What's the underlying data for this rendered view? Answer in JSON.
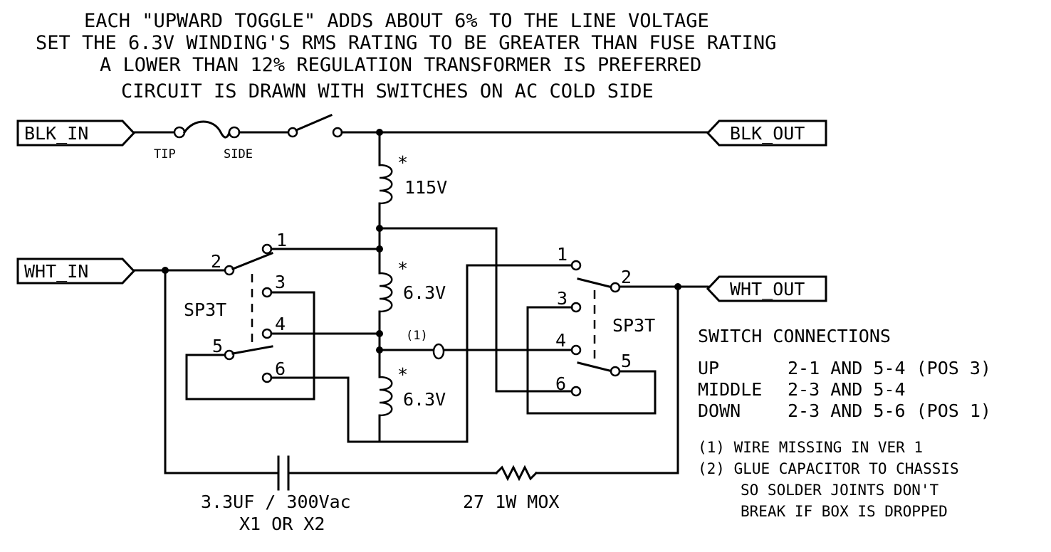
{
  "notes": {
    "line1": "EACH \"UPWARD TOGGLE\" ADDS ABOUT 6% TO THE LINE VOLTAGE",
    "line2": "SET THE 6.3V WINDING'S RMS RATING TO BE GREATER THAN FUSE RATING",
    "line3": "A LOWER THAN 12% REGULATION TRANSFORMER IS PREFERRED",
    "line4": "CIRCUIT IS DRAWN WITH SWITCHES ON AC COLD SIDE"
  },
  "ports": {
    "blk_in": "BLK_IN",
    "blk_out": "BLK_OUT",
    "wht_in": "WHT_IN",
    "wht_out": "WHT_OUT"
  },
  "fuse": {
    "tip": "TIP",
    "side": "SIDE"
  },
  "transformer": {
    "primary": "115V",
    "secondary_a": "6.3V",
    "secondary_b": "6.3V",
    "dot_mark": "*"
  },
  "switch_left": {
    "type": "SP3T",
    "pins": {
      "p1": "1",
      "p2": "2",
      "p3": "3",
      "p4": "4",
      "p5": "5",
      "p6": "6"
    }
  },
  "switch_right": {
    "type": "SP3T",
    "pins": {
      "p1": "1",
      "p2": "2",
      "p3": "3",
      "p4": "4",
      "p5": "5",
      "p6": "6"
    }
  },
  "note_marker": "(1)",
  "capacitor": {
    "value": "3.3UF / 300Vac",
    "class": "X1 OR X2"
  },
  "resistor": {
    "value": "27 1W MOX"
  },
  "switch_connections": {
    "title": "SWITCH CONNECTIONS",
    "rows": [
      {
        "pos": "UP",
        "conn": "2-1 AND 5-4 (POS 3)"
      },
      {
        "pos": "MIDDLE",
        "conn": "2-3 AND 5-4"
      },
      {
        "pos": "DOWN",
        "conn": "2-3 AND 5-6 (POS 1)"
      }
    ]
  },
  "footnotes": {
    "n1": "(1) WIRE MISSING IN VER 1",
    "n2a": "(2) GLUE CAPACITOR TO CHASSIS",
    "n2b": "SO SOLDER JOINTS DON'T",
    "n2c": "BREAK IF BOX IS DROPPED"
  }
}
